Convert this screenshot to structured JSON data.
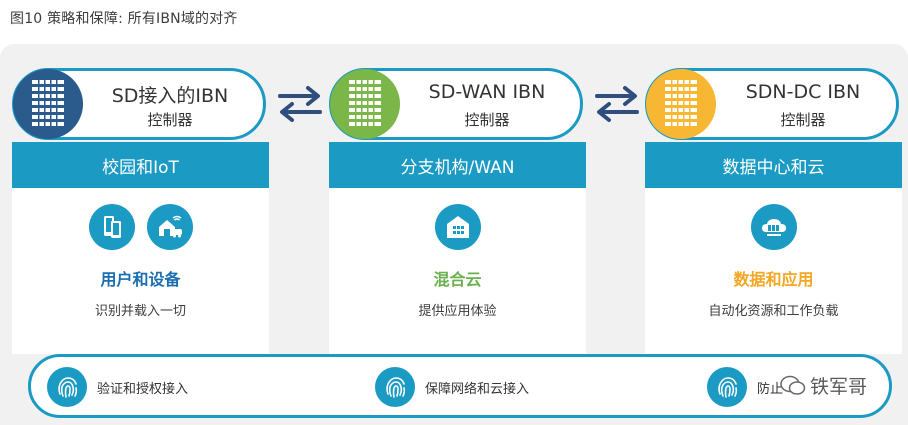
{
  "figure": {
    "title": "图10  策略和保障: 所有IBN域的对齐"
  },
  "controllers": [
    {
      "title": "SD接入的IBN",
      "subtitle": "控制器",
      "server_color": "#2b5a8c",
      "domain": "校园和IoT",
      "feature": "用户和设备",
      "feature_color": "#1b6fb0",
      "desc": "识别并载入一切",
      "icons": [
        "phone-tablet-icon",
        "smart-home-icon"
      ]
    },
    {
      "title": "SD-WAN IBN",
      "subtitle": "控制器",
      "server_color": "#7ab648",
      "domain": "分支机构/WAN",
      "feature": "混合云",
      "feature_color": "#6ab04c",
      "desc": "提供应用体验",
      "icons": [
        "building-icon"
      ]
    },
    {
      "title": "SDN-DC IBN",
      "subtitle": "控制器",
      "server_color": "#f7b733",
      "domain": "数据中心和云",
      "feature": "数据和应用",
      "feature_color": "#f5a623",
      "desc": "自动化资源和工作负载",
      "icons": [
        "cloud-server-icon"
      ]
    }
  ],
  "security": [
    {
      "label": "验证和授权接入"
    },
    {
      "label": "保障网络和云接入"
    },
    {
      "label": "防止"
    }
  ],
  "watermark": {
    "text": "铁军哥"
  },
  "colors": {
    "accent": "#1b9ac4",
    "arrow": "#2f4e7e",
    "panel_bg": "#f1f1f1"
  }
}
